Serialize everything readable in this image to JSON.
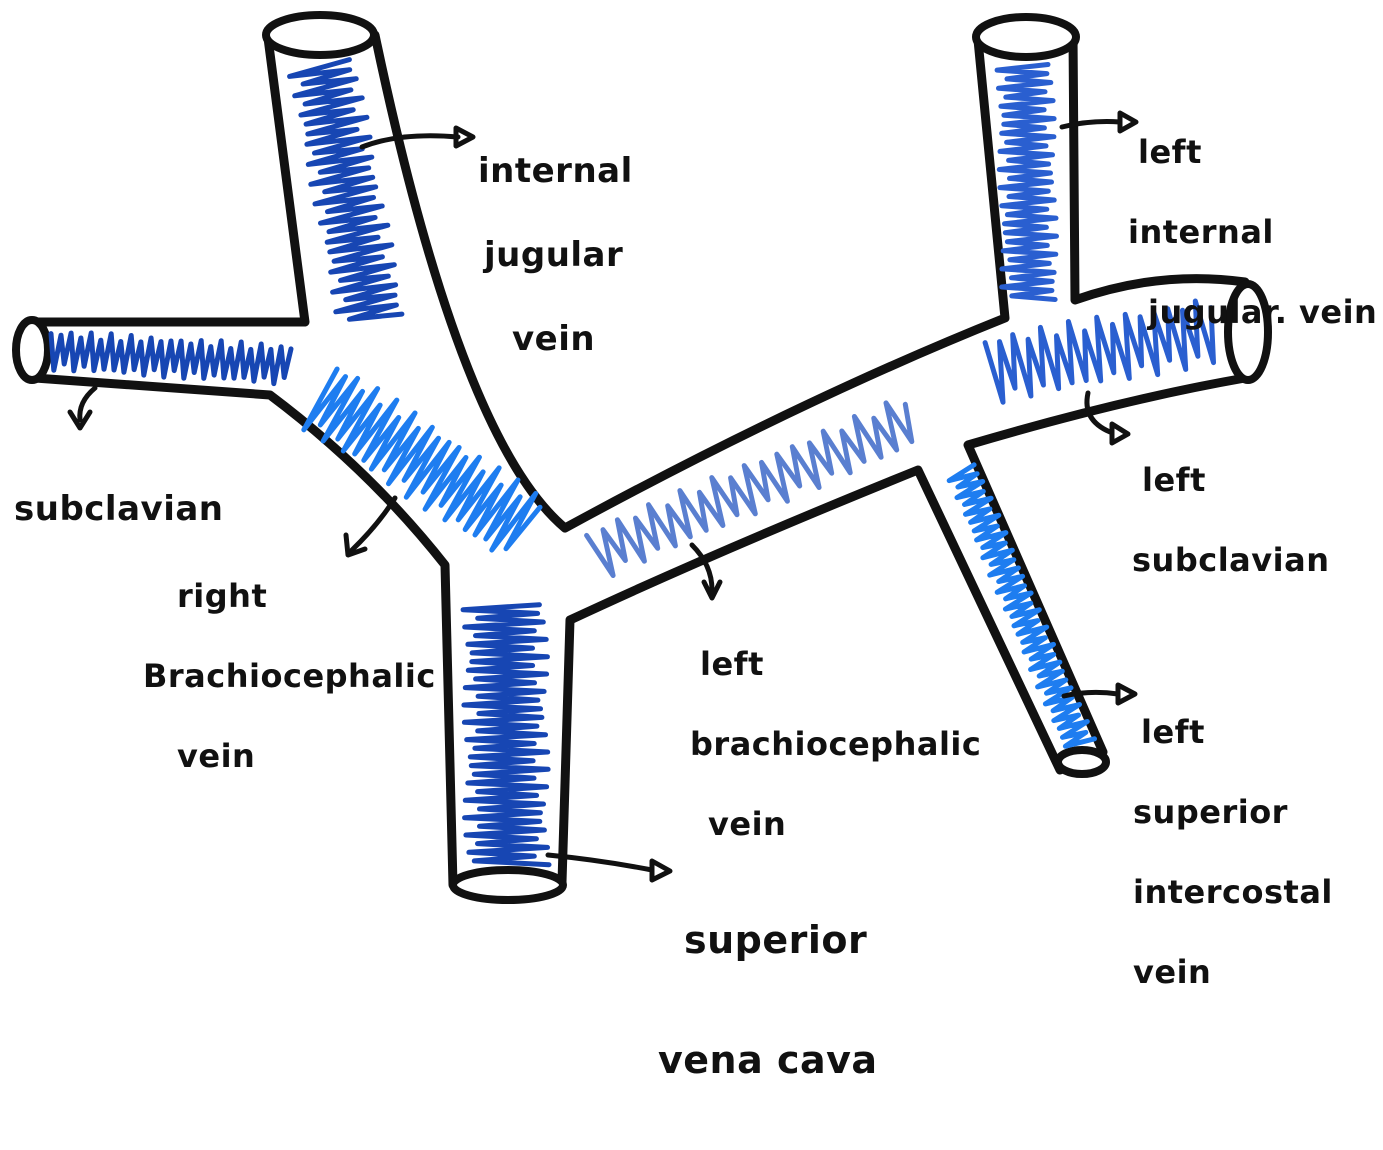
{
  "colors": {
    "outline": "#111111",
    "dark_blue": "#1746b3",
    "medium_blue": "#2a5fd0",
    "light_blue": "#1e7df0",
    "slate_blue": "#5a7fd0"
  },
  "labels": {
    "internal_jugular": [
      "internal",
      "jugular",
      "vein"
    ],
    "subclavian": "subclavian",
    "right_brachiocephalic": [
      "right",
      "Brachiocephalic",
      "vein"
    ],
    "left_internal_jugular": [
      "left",
      "internal",
      "jugular. vein"
    ],
    "left_subclavian": [
      "left",
      "subclavian"
    ],
    "left_brachiocephalic": [
      "left",
      "brachiocephalic",
      "vein"
    ],
    "left_superior_intercostal": [
      "left",
      "superior",
      "intercostal",
      "vein"
    ],
    "superior_vena_cava": [
      "superior",
      "vena cava"
    ]
  }
}
